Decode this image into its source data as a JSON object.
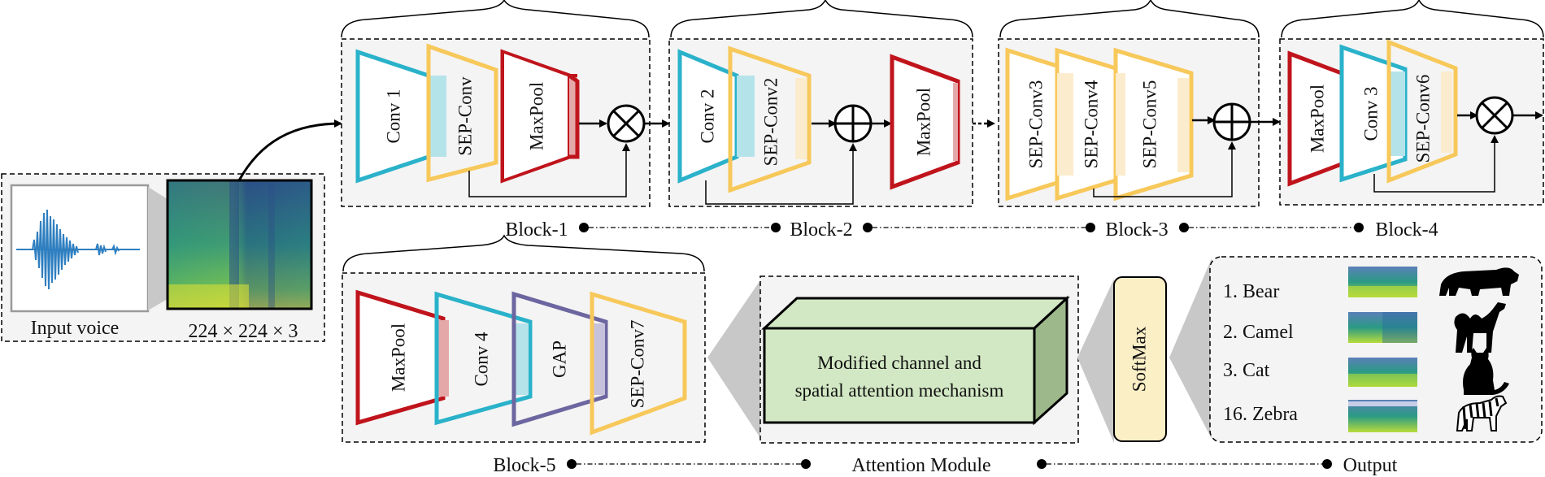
{
  "input": {
    "voice_label": "Input voice",
    "dims_label": "224 × 224 × 3"
  },
  "blocks": {
    "block1": {
      "label": "Block-1",
      "layers": [
        "Conv 1",
        "SEP-Conv",
        "MaxPool"
      ]
    },
    "block2": {
      "label": "Block-2",
      "layers": [
        "Conv 2",
        "SEP-Conv2",
        "MaxPool"
      ]
    },
    "block3": {
      "label": "Block-3",
      "layers": [
        "SEP-Conv3",
        "SEP-Conv4",
        "SEP-Conv5"
      ]
    },
    "block4": {
      "label": "Block-4",
      "layers": [
        "MaxPool",
        "Conv 3",
        "SEP-Conv6"
      ]
    },
    "block5": {
      "label": "Block-5",
      "layers": [
        "MaxPool",
        "Conv 4",
        "GAP",
        "SEP-Conv7"
      ]
    }
  },
  "attention": {
    "label": "Attention Module",
    "line1": "Modified channel and",
    "line2": "spatial attention mechanism"
  },
  "softmax": {
    "label": "SoftMax"
  },
  "output": {
    "label": "Output",
    "classes": [
      "1. Bear",
      "2. Camel",
      "3. Cat",
      "16. Zebra"
    ]
  },
  "colors": {
    "conv": "#2ab2ca",
    "sep": "#f7c85a",
    "pool": "#c0141c",
    "gap": "#6c66a0",
    "attention_front": "#d2e8c4",
    "attention_side": "#9db88b",
    "softmax_fill": "#fbefc6",
    "panel": "#f4f4f4"
  }
}
